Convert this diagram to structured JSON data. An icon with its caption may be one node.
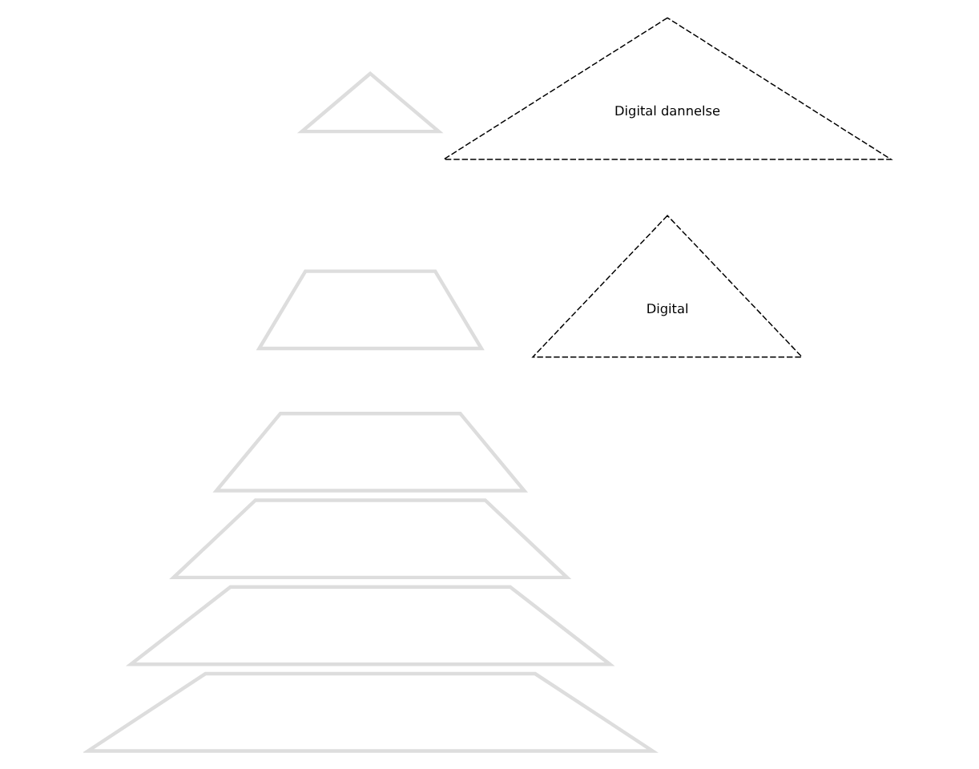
{
  "diagram": {
    "nodes": [
      {
        "text": [],
        "shape": "triangle"
      },
      {
        "text": [],
        "shape": "bar"
      },
      {
        "text": [],
        "shape": "bar"
      },
      {
        "text": [],
        "shape": "bar"
      },
      {
        "text": [],
        "shape": "bar"
      },
      {
        "text": [],
        "shape": "bar"
      },
      {
        "text": [
          "Digital dannelse"
        ]
      },
      {
        "text": [
          "Digital"
        ]
      }
    ]
  }
}
